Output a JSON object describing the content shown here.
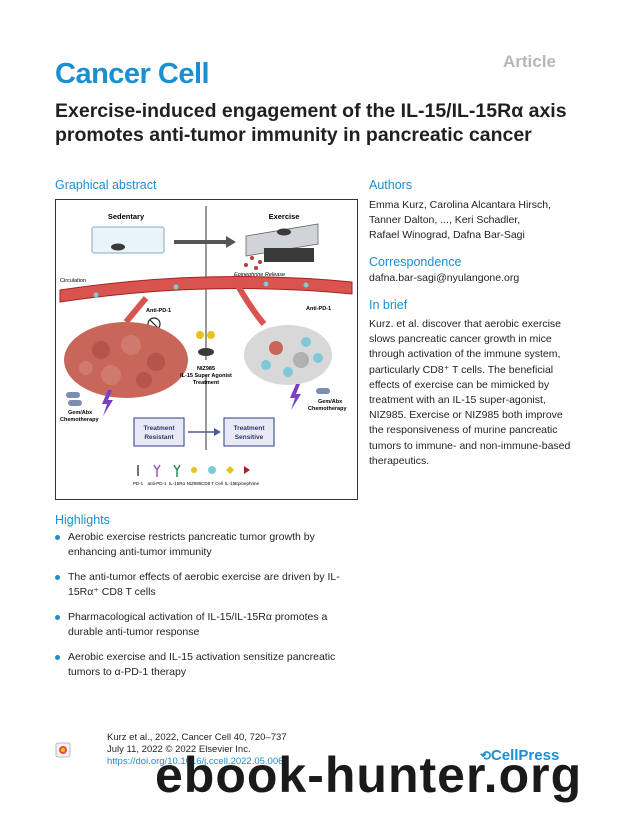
{
  "header": {
    "article_label": "Article",
    "journal": "Cancer Cell",
    "title": "Exercise-induced engagement of the IL-15/IL-15Rα axis promotes anti-tumor immunity in pancreatic cancer"
  },
  "graphical_abstract": {
    "heading": "Graphical abstract",
    "labels": {
      "sedentary": "Sedentary",
      "exercise": "Exercise",
      "epinephrine_release": "Epinephrine Release",
      "circulation": "Circulation",
      "anti_pd1_left": "Anti-PD-1",
      "anti_pd1_right": "Anti-PD-1",
      "niz985_line1": "NIZ985",
      "niz985_line2": "IL-15 Super Agonist",
      "niz985_line3": "Treatment",
      "chemo_left_1": "Gem/Abx",
      "chemo_left_2": "Chemotherapy",
      "chemo_right_1": "Gem/Abx",
      "chemo_right_2": "Chemotherapy",
      "resistant_1": "Treatment",
      "resistant_2": "Resistant",
      "sensitive_1": "Treatment",
      "sensitive_2": "Sensitive"
    },
    "legend": [
      "PD-1",
      "anti-PD-1",
      "IL-15Rα",
      "NIZ985",
      "CD8 T Cell",
      "IL-15",
      "Epinephrine"
    ],
    "colors": {
      "vessel": "#c0392b",
      "tumor": "#c8665a",
      "tcell": "#7fc8d8",
      "drug": "#e8c21a",
      "antibody": "#9b59b6",
      "box_fill": "#e8e9f5",
      "box_border": "#4a5a9a"
    }
  },
  "authors": {
    "heading": "Authors",
    "lines": [
      "Emma Kurz, Carolina Alcantara Hirsch,",
      "Tanner Dalton, ..., Keri Schadler,",
      "Rafael Winograd, Dafna Bar-Sagi"
    ]
  },
  "correspondence": {
    "heading": "Correspondence",
    "email": "dafna.bar-sagi@nyulangone.org"
  },
  "in_brief": {
    "heading": "In brief",
    "text": "Kurz. et al. discover that aerobic exercise slows pancreatic cancer growth in mice through activation of the immune system, particularly CD8⁺ T cells. The beneficial effects of exercise can be mimicked by treatment with an IL-15 super-agonist, NIZ985. Exercise or NIZ985 both improve the responsiveness of murine pancreatic tumors to immune- and non-immune-based therapeutics."
  },
  "highlights": {
    "heading": "Highlights",
    "items": [
      "Aerobic exercise restricts pancreatic tumor growth by enhancing anti-tumor immunity",
      "The anti-tumor effects of aerobic exercise are driven by IL-15Rα⁺ CD8 T cells",
      "Pharmacological activation of IL-15/IL-15Rα promotes a durable anti-tumor response",
      "Aerobic exercise and IL-15 activation sensitize pancreatic tumors to α-PD-1 therapy"
    ]
  },
  "footer": {
    "citation": "Kurz et al., 2022, Cancer Cell 40, 720–737",
    "date": "July 11, 2022 © 2022 Elsevier Inc.",
    "doi": "https://doi.org/10.1016/j.ccell.2022.05.006",
    "publisher": "CellPress",
    "watermark": "ebook-hunter.org"
  }
}
